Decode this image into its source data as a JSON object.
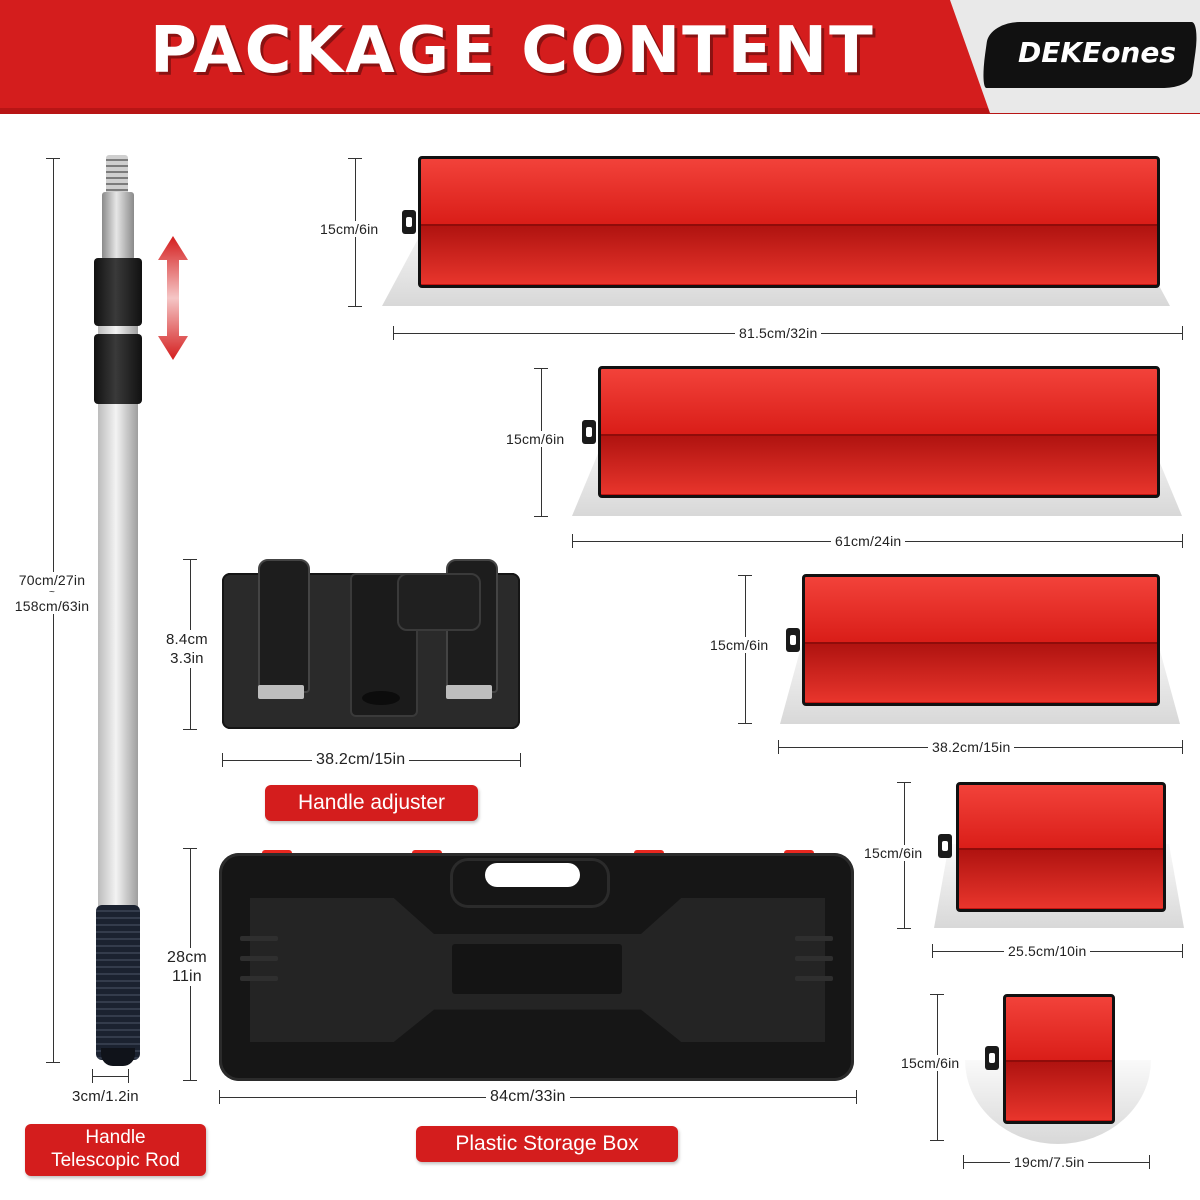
{
  "header": {
    "title": "PACKAGE CONTENT",
    "brand": "DEKEones",
    "accent_color": "#d41d1d"
  },
  "rod": {
    "length_label_1": "70cm/27in",
    "length_label_sep": "~",
    "length_label_2": "158cm/63in",
    "diameter_label": "3cm/1.2in",
    "tag_line1": "Handle",
    "tag_line2": "Telescopic Rod"
  },
  "blades": [
    {
      "height_label": "15cm/6in",
      "width_label": "81.5cm/32in"
    },
    {
      "height_label": "15cm/6in",
      "width_label": "61cm/24in"
    },
    {
      "height_label": "15cm/6in",
      "width_label": "38.2cm/15in"
    },
    {
      "height_label": "15cm/6in",
      "width_label": "25.5cm/10in"
    },
    {
      "height_label": "15cm/6in",
      "width_label": "19cm/7.5in"
    }
  ],
  "adjuster": {
    "height_line1": "8.4cm",
    "height_line2": "3.3in",
    "width_label": "38.2cm/15in",
    "tag": "Handle adjuster"
  },
  "storage_box": {
    "height_line1": "28cm",
    "height_line2": "11in",
    "width_label": "84cm/33in",
    "tag": "Plastic Storage Box"
  },
  "icons": {
    "extend_arrow": "double-arrow-vertical-icon"
  }
}
